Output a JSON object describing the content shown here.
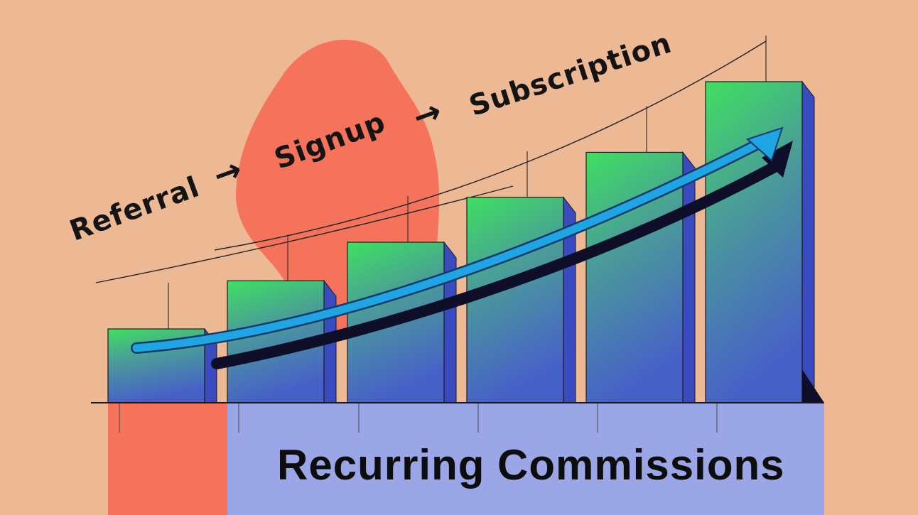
{
  "flow": {
    "steps": [
      "Referral",
      "Signup",
      "Subscription"
    ]
  },
  "caption": "Recurring Commissions",
  "bars": {
    "count": 6,
    "relative_heights": [
      0.23,
      0.38,
      0.5,
      0.64,
      0.78,
      1.0
    ]
  },
  "colors": {
    "background": "#EDB995",
    "blob": "#F5735A",
    "bar_top": "#3FE060",
    "bar_bottom": "#4663C8",
    "bar_side": "#3A4BC0",
    "band": "#9AA6E6",
    "trend_arrow": "#1FA4E4",
    "shadow": "#0E0E28"
  },
  "icons": [
    "right-arrow-icon",
    "curved-growth-arrow-icon"
  ]
}
